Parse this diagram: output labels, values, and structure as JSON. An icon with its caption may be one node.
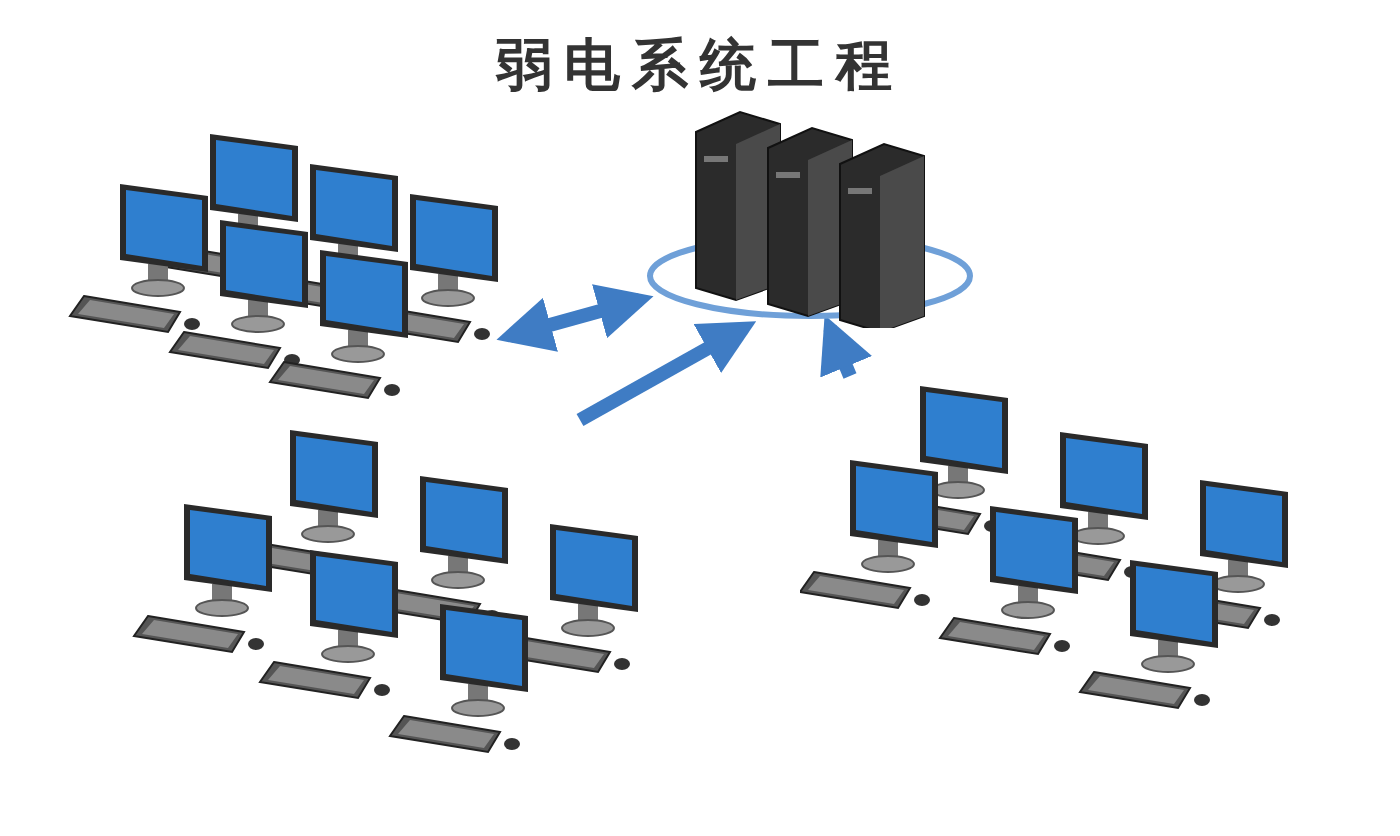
{
  "diagram": {
    "title": "弱电系统工程",
    "nodes": [
      {
        "text": [],
        "shape": "picture"
      },
      {
        "text": [],
        "shape": "picture"
      },
      {
        "text": [],
        "shape": "picture"
      },
      {
        "text": [],
        "shape": "picture"
      }
    ],
    "edges": [
      {
        "from": 0,
        "to": 1,
        "arrow": "both"
      },
      {
        "from": 2,
        "to": 0,
        "arrow": "to"
      },
      {
        "from": 3,
        "to": 0,
        "arrow": "to"
      }
    ]
  }
}
